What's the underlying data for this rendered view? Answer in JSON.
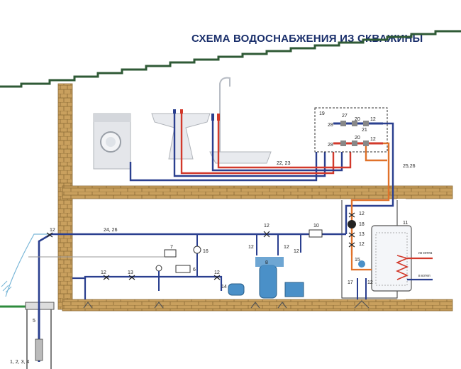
{
  "title": "СХЕМА ВОДОСНАБЖЕНИЯ ИЗ СКВАЖИНЫ",
  "colors": {
    "title": "#1a2f6b",
    "brick": "#c9a05e",
    "brick_line": "#8a6a35",
    "roof": "#2f5a36",
    "pipe_blue": "#2a3f8f",
    "pipe_red": "#d2392b",
    "pipe_orange": "#e0722a",
    "ground": "#2e8b3c",
    "tank": "#4a90c8"
  },
  "labels": {
    "pipe_top": "22, 23",
    "riser": "25,26",
    "main_line": "24, 26",
    "valve_12": "12",
    "valve_13": "13",
    "gauge_16": "16",
    "filter_10": "10",
    "pump_18": "18",
    "tank_11": "11",
    "n_7": "7",
    "n_8": "8",
    "n_14": "14",
    "n_15": "15",
    "n_17": "17",
    "n_19": "19",
    "n_20": "20",
    "n_21": "21",
    "n_27": "27",
    "n_28": "28",
    "n_5": "5",
    "well": "1, 2, 3, 4",
    "boiler_from": "из котла",
    "boiler_to": "в котел"
  }
}
